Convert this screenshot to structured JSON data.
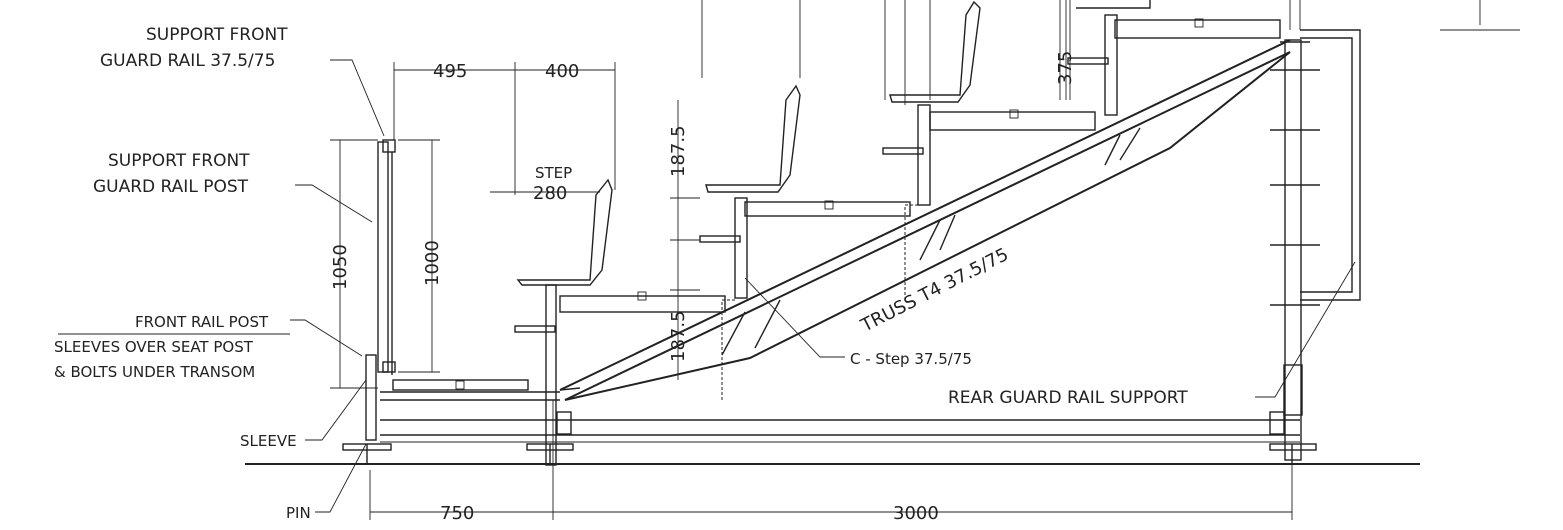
{
  "labels": {
    "support_front_guard_rail_line1": "SUPPORT FRONT",
    "support_front_guard_rail_line2": "GUARD RAIL 37.5/75",
    "support_front_post_line1": "SUPPORT FRONT",
    "support_front_post_line2": "GUARD RAIL POST",
    "front_rail_post_line1": "FRONT RAIL POST",
    "front_rail_post_line2": "SLEEVES OVER SEAT POST",
    "front_rail_post_line3": "& BOLTS UNDER TRANSOM",
    "sleeve": "SLEEVE",
    "pin": "PIN",
    "step_label": "STEP",
    "truss": "TRUSS T4 37.5/75",
    "c_step": "C - Step 37.5/75",
    "rear_guard_rail_support": "REAR GUARD RAIL SUPPORT"
  },
  "dimensions": {
    "d495": "495",
    "d400": "400",
    "d280": "280",
    "d1050": "1050",
    "d1000": "1000",
    "d187_upper": "187.5",
    "d187_lower": "187.5",
    "d375": "375",
    "d750": "750",
    "d3000": "3000"
  }
}
